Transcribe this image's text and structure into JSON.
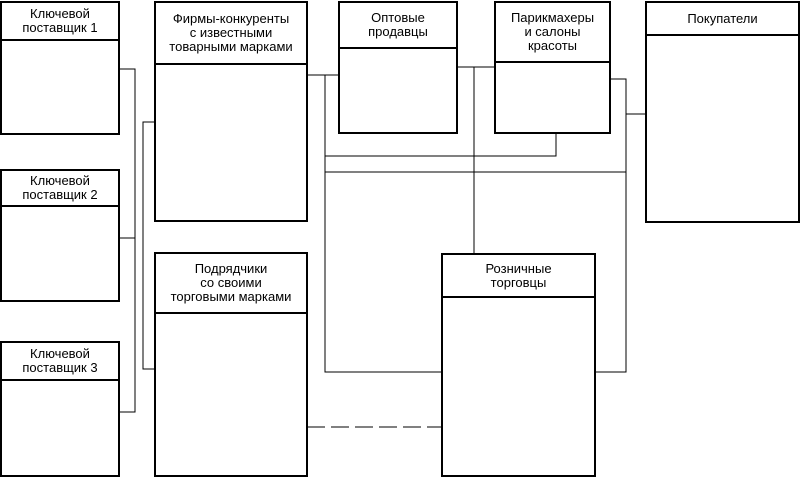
{
  "nodes": {
    "supplier1": {
      "label": "Ключевой\nпоставщик 1"
    },
    "supplier2": {
      "label": "Ключевой\nпоставщик 2"
    },
    "supplier3": {
      "label": "Ключевой\nпоставщик 3"
    },
    "competitors": {
      "label": "Фирмы-конкуренты\nс известными\nтоварными марками"
    },
    "contractors": {
      "label": "Подрядчики\nсо своими\nторговыми марками"
    },
    "wholesalers": {
      "label": "Оптовые\nпродавцы"
    },
    "salons": {
      "label": "Парикмахеры\nи салоны\nкрасоты"
    },
    "customers": {
      "label": "Покупатели"
    },
    "retailers": {
      "label": "Розничные\nторговцы"
    }
  },
  "colors": {
    "line": "#000000",
    "background": "#ffffff"
  }
}
